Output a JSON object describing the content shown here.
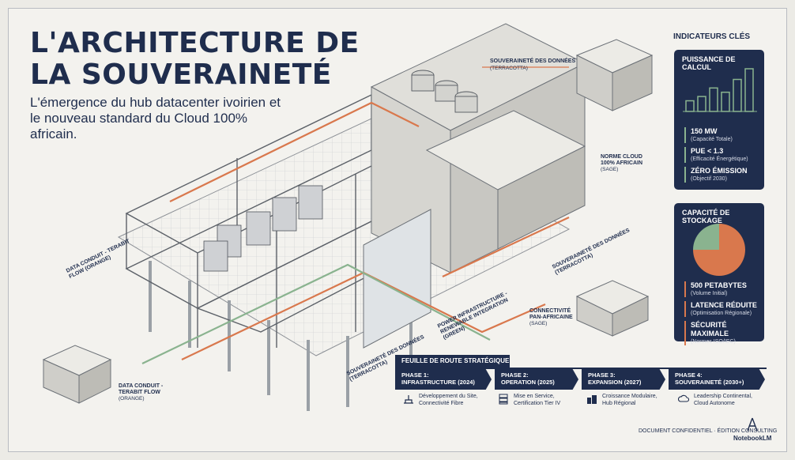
{
  "title": {
    "line1": "L'ARCHITECTURE DE",
    "line2": "LA SOUVERAINETÉ"
  },
  "subtitle": "L'émergence du hub datacenter ivoirien et le nouveau standard du Cloud 100% africain.",
  "callouts": {
    "sov_top": "SOUVERAINETÉ DES DONNÉES",
    "sov_top_sub": "(TERRACOTTA)",
    "norme_l1": "NORME CLOUD",
    "norme_l2": "100% AFRICAIN",
    "norme_sub": "(SAGE)",
    "sov_mid_l1": "SOUVERAINETÉ DES DONNÉES",
    "sov_mid_l2": "(TERRACOTTA)",
    "data_left_l1": "DATA CONDUIT - TERABIT",
    "data_left_l2": "FLOW (ORANGE)",
    "connect_l1": "CONNECTIVITÉ",
    "connect_l2": "PAN-AFRICAINE",
    "connect_sub": "(SAGE)",
    "power_l1": "POWER INFRASTRUCTURE -",
    "power_l2": "RENEWABLE INTEGRATION",
    "power_l3": "(GREEN)",
    "sov_low_l1": "SOUVERAINETÉ DES DONNÉES",
    "sov_low_l2": "(TERRACOTTA)",
    "data_low_l1": "DATA CONDUIT -",
    "data_low_l2": "TERABIT FLOW",
    "data_low_l3": "(ORANGE)"
  },
  "indicators": {
    "heading": "INDICATEURS CLÉS",
    "compute": {
      "title": "PUISSANCE DE CALCUL",
      "bars": [
        0.25,
        0.35,
        0.55,
        0.45,
        0.75,
        1.0
      ],
      "stats": [
        {
          "value": "150 MW",
          "desc": "(Capacité Totale)"
        },
        {
          "value": "PUE < 1.3",
          "desc": "(Efficacité Énergétique)"
        },
        {
          "value": "ZÉRO ÉMISSION",
          "desc": "(Objectif 2030)"
        }
      ]
    },
    "storage": {
      "title": "CAPACITÉ DE STOCKAGE",
      "pie": [
        0.75,
        0.25
      ],
      "stats": [
        {
          "value": "500 PETABYTES",
          "desc": "(Volume Initial)"
        },
        {
          "value": "LATENCE RÉDUITE",
          "desc": "(Optimisation Régionale)"
        },
        {
          "value": "SÉCURITÉ MAXIMALE",
          "desc": "(Normes ISO/IEC)"
        }
      ]
    }
  },
  "roadmap": {
    "heading": "FEUILLE DE ROUTE STRATÉGIQUE",
    "phases": [
      {
        "l1": "PHASE 1:",
        "l2": "INFRASTRUCTURE (2024)",
        "d1": "Développement du Site,",
        "d2": "Connectivité Fibre",
        "icon": "infrastructure-icon"
      },
      {
        "l1": "PHASE 2:",
        "l2": "OPERATION (2025)",
        "d1": "Mise en Service,",
        "d2": "Certification Tier IV",
        "icon": "server-icon"
      },
      {
        "l1": "PHASE 3:",
        "l2": "EXPANSION (2027)",
        "d1": "Croissance Modulaire,",
        "d2": "Hub Régional",
        "icon": "buildings-icon"
      },
      {
        "l1": "PHASE 4:",
        "l2": "SOUVERAINETÉ (2030+)",
        "d1": "Leadership Continental,",
        "d2": "Cloud Autonome",
        "icon": "cloud-icon"
      }
    ]
  },
  "footer": "DOCUMENT CONFIDENTIEL · ÉDITION CONSULTING",
  "brand": "NotebookLM",
  "colors": {
    "navy": "#1f2d4d",
    "terracotta": "#d9784d",
    "sage": "#8ab38f"
  }
}
